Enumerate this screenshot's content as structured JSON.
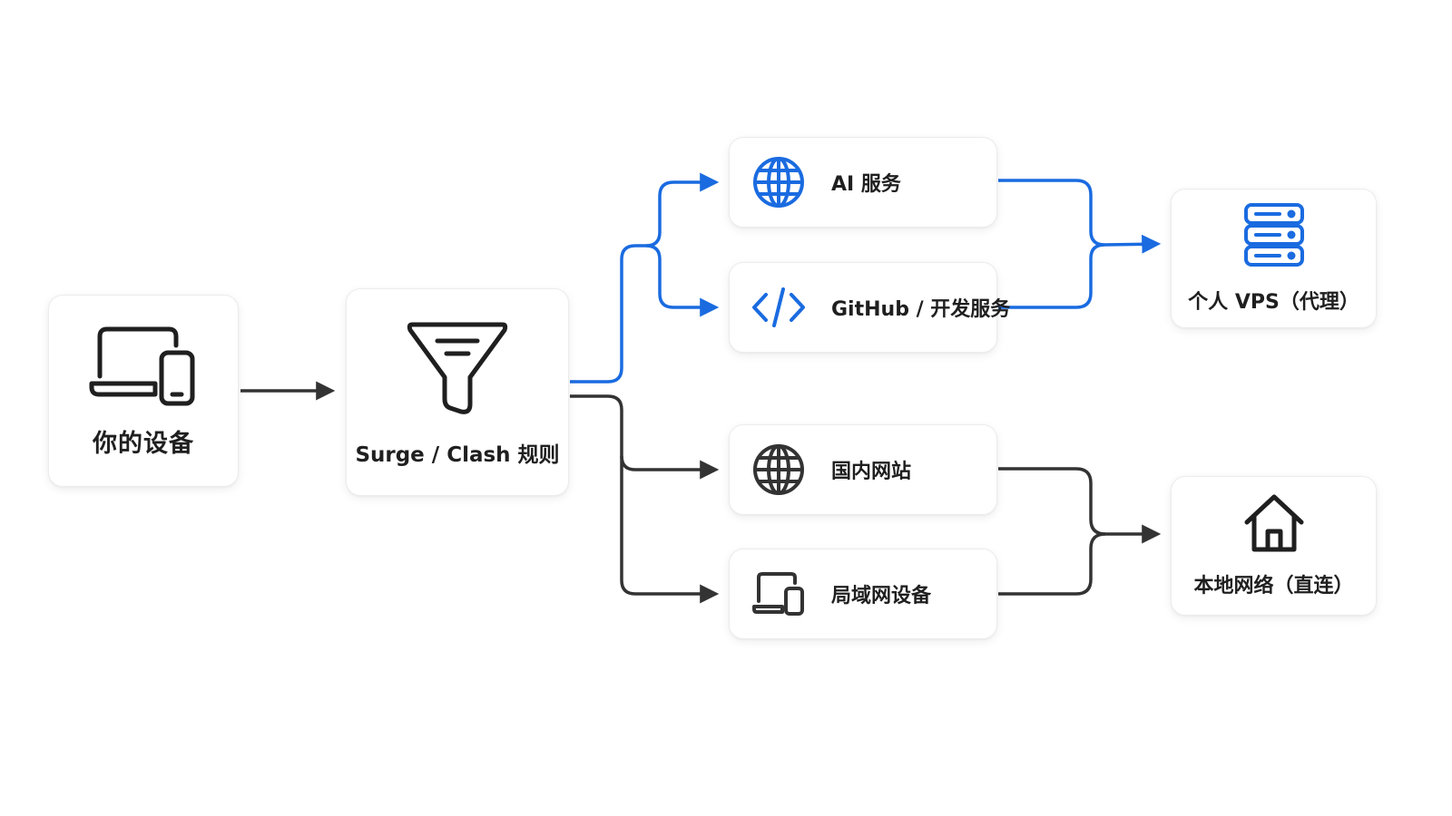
{
  "colors": {
    "proxy_accent": "#1a6be0",
    "direct_line": "#333333",
    "text": "#1f1f1f",
    "card_border": "#ececec"
  },
  "nodes": {
    "device": {
      "label": "你的设备",
      "icon": "laptop-phone-icon"
    },
    "rules": {
      "label": "Surge / Clash 规则",
      "icon": "funnel-filter-icon"
    },
    "ai": {
      "label": "AI 服务",
      "icon": "globe-icon"
    },
    "github": {
      "label": "GitHub / 开发服务",
      "icon": "code-icon"
    },
    "cn": {
      "label": "国内网站",
      "icon": "globe-icon"
    },
    "lan": {
      "label": "局域网设备",
      "icon": "devices-icon"
    },
    "vps": {
      "label": "个人 VPS（代理）",
      "icon": "server-stack-icon"
    },
    "local": {
      "label": "本地网络（直连）",
      "icon": "house-icon"
    }
  },
  "edges": [
    {
      "from": "device",
      "to": "rules",
      "style": "direct"
    },
    {
      "from": "rules",
      "to": "ai",
      "style": "proxy"
    },
    {
      "from": "rules",
      "to": "github",
      "style": "proxy"
    },
    {
      "from": "rules",
      "to": "cn",
      "style": "direct"
    },
    {
      "from": "rules",
      "to": "lan",
      "style": "direct"
    },
    {
      "from": "ai",
      "to": "vps",
      "style": "proxy"
    },
    {
      "from": "github",
      "to": "vps",
      "style": "proxy"
    },
    {
      "from": "cn",
      "to": "local",
      "style": "direct"
    },
    {
      "from": "lan",
      "to": "local",
      "style": "direct"
    }
  ]
}
